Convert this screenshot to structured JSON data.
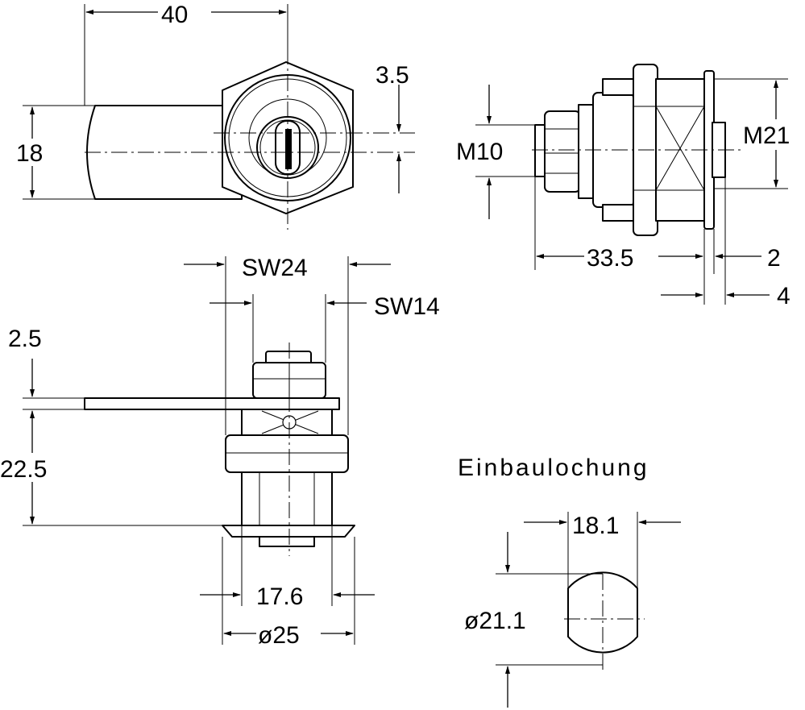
{
  "dimensions": {
    "length_40": "40",
    "key_offset_3_5": "3.5",
    "cam_width_18": "18",
    "thread_m10": "M10",
    "thread_m21": "M21",
    "length_33_5": "33.5",
    "flange_2": "2",
    "flange_4": "4",
    "wrench_sw24": "SW24",
    "wrench_sw14": "SW14",
    "cam_thickness_2_5": "2.5",
    "height_22_5": "22.5",
    "width_17_6": "17.6",
    "diameter_25": "ø25",
    "cutout_width_18_1": "18.1",
    "cutout_diameter_21_1": "ø21.1"
  },
  "cutout": {
    "heading": "Einbaulochung"
  }
}
